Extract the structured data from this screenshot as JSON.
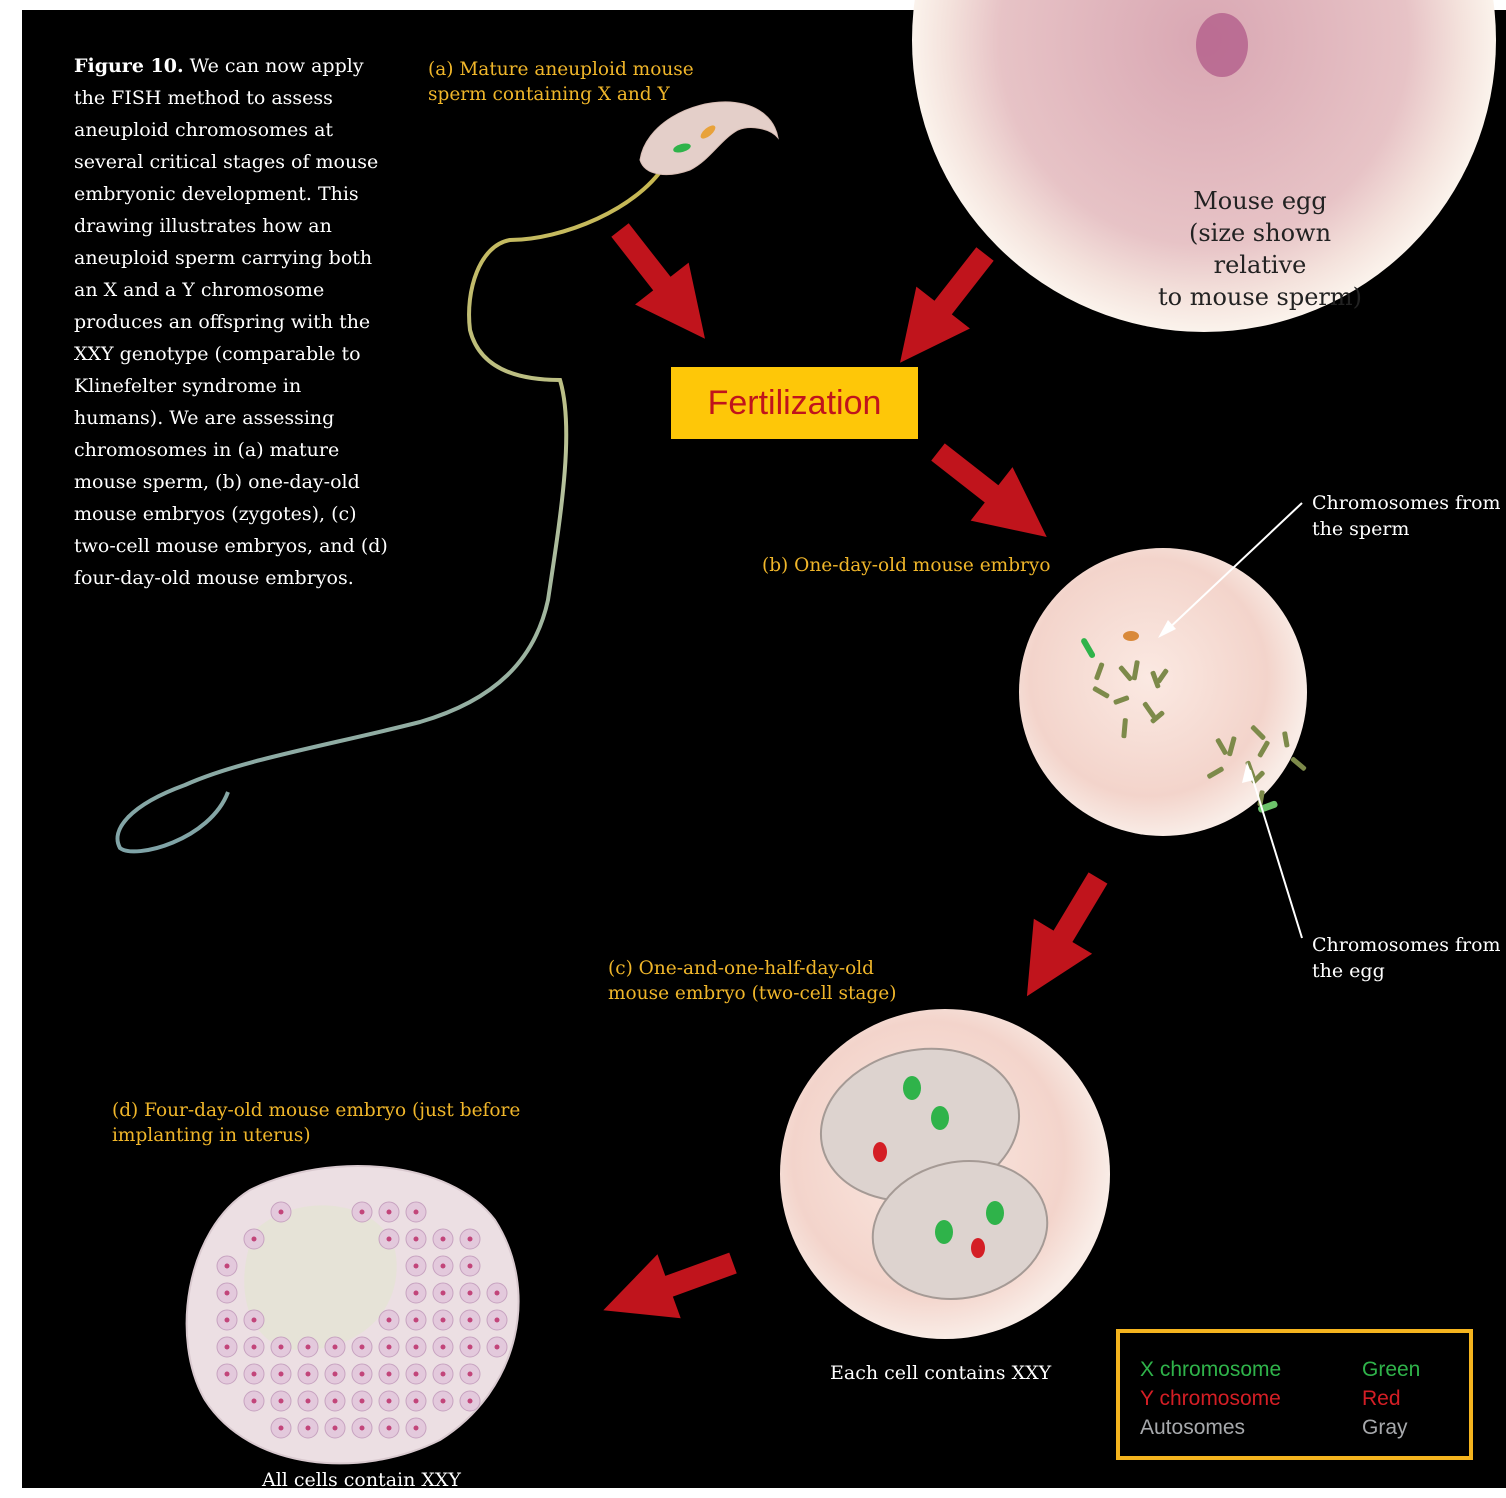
{
  "caption": {
    "figure_label": "Figure 10.",
    "text": " We can now apply the FISH method to assess aneuploid chromosomes at several critical stages of mouse embryonic development. This drawing illustrates how an aneuploid sperm carrying both an X and a Y chromosome produces an offspring with the XXY genotype (comparable to Klinefelter syndrome in humans). We are assessing chromosomes in (a) mature mouse sperm, (b) one-day-old mouse embryos (zygotes), (c) two-cell mouse embryos, and (d) four-day-old mouse embryos."
  },
  "stages": {
    "a": [
      "(a) Mature aneuploid mouse",
      "sperm containing X and Y"
    ],
    "b": "(b) One-day-old mouse embryo",
    "c": [
      "(c) One-and-one-half-day-old",
      "mouse embryo (two-cell stage)"
    ],
    "d": [
      "(d) Four-day-old mouse embryo  (just before",
      "implanting  in uterus)"
    ]
  },
  "egg": [
    "Mouse egg",
    "(size shown relative",
    "to mouse sperm)"
  ],
  "fertilization": "Fertilization",
  "callouts": {
    "sperm_chromosomes": [
      "Chromosomes from",
      "the sperm"
    ],
    "egg_chromosomes": [
      "Chromosomes from",
      "the egg"
    ]
  },
  "notes": {
    "two_cell": "Each cell contains XXY",
    "four_day": "All cells  contain XXY"
  },
  "legend": [
    {
      "name": "X chromosome",
      "color_name": "Green",
      "color": "#2fb34a"
    },
    {
      "name": "Y chromosome",
      "color_name": "Red",
      "color": "#d41e25"
    },
    {
      "name": "Autosomes",
      "color_name": "Gray",
      "color": "#a7a9ac"
    }
  ],
  "colors": {
    "stage_label": "#f0b62a",
    "arrow": "#c0141c",
    "fertilization_box": "#fec708",
    "legend_border": "#f5b41e"
  }
}
